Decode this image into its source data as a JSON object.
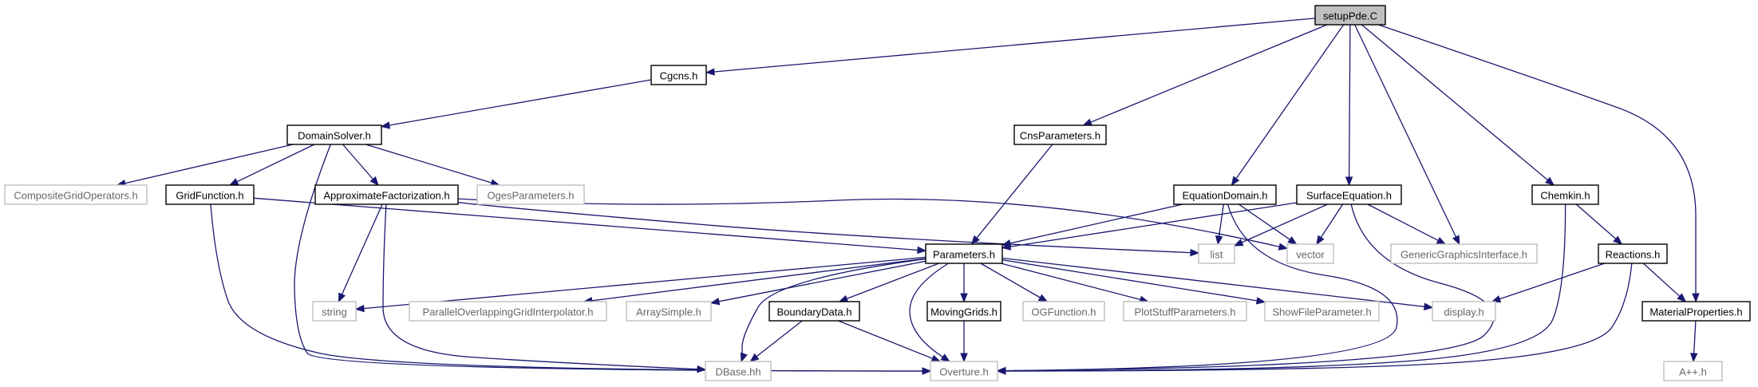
{
  "colors": {
    "edge": "#191970",
    "node_border": "#000000",
    "node_border_external": "#bfbfbf",
    "root_fill": "#bfbfbf",
    "text": "#000000",
    "text_external": "#666666"
  },
  "nodes": {
    "setupPde": "setupPde.C",
    "Cgcns": "Cgcns.h",
    "DomainSolver": "DomainSolver.h",
    "CompositeGridOperators": "CompositeGridOperators.h",
    "GridFunction": "GridFunction.h",
    "ApproximateFactorization": "ApproximateFactorization.h",
    "OgesParameters": "OgesParameters.h",
    "CnsParameters": "CnsParameters.h",
    "EquationDomain": "EquationDomain.h",
    "SurfaceEquation": "SurfaceEquation.h",
    "GenericGraphicsInterface": "GenericGraphicsInterface.h",
    "Chemkin": "Chemkin.h",
    "list": "list",
    "vector": "vector",
    "Reactions": "Reactions.h",
    "Parameters": "Parameters.h",
    "string": "string",
    "ParallelOverlapping": "ParallelOverlappingGridInterpolator.h",
    "ArraySimple": "ArraySimple.h",
    "BoundaryData": "BoundaryData.h",
    "MovingGrids": "MovingGrids.h",
    "OGFunction": "OGFunction.h",
    "PlotStuffParameters": "PlotStuffParameters.h",
    "ShowFileParameter": "ShowFileParameter.h",
    "display": "display.h",
    "MaterialProperties": "MaterialProperties.h",
    "DBase": "DBase.hh",
    "Overture": "Overture.h",
    "App": "A++.h"
  },
  "edges": [
    [
      "setupPde",
      "Cgcns"
    ],
    [
      "setupPde",
      "CnsParameters"
    ],
    [
      "setupPde",
      "EquationDomain"
    ],
    [
      "setupPde",
      "SurfaceEquation"
    ],
    [
      "setupPde",
      "GenericGraphicsInterface"
    ],
    [
      "setupPde",
      "Chemkin"
    ],
    [
      "setupPde",
      "MaterialProperties"
    ],
    [
      "Cgcns",
      "DomainSolver"
    ],
    [
      "DomainSolver",
      "CompositeGridOperators"
    ],
    [
      "DomainSolver",
      "GridFunction"
    ],
    [
      "DomainSolver",
      "ApproximateFactorization"
    ],
    [
      "DomainSolver",
      "OgesParameters"
    ],
    [
      "DomainSolver",
      "Overture"
    ],
    [
      "GridFunction",
      "Parameters"
    ],
    [
      "GridFunction",
      "Overture"
    ],
    [
      "ApproximateFactorization",
      "list"
    ],
    [
      "ApproximateFactorization",
      "vector"
    ],
    [
      "ApproximateFactorization",
      "string"
    ],
    [
      "ApproximateFactorization",
      "DBase"
    ],
    [
      "CnsParameters",
      "Parameters"
    ],
    [
      "EquationDomain",
      "Parameters"
    ],
    [
      "EquationDomain",
      "list"
    ],
    [
      "EquationDomain",
      "vector"
    ],
    [
      "EquationDomain",
      "Overture"
    ],
    [
      "SurfaceEquation",
      "Parameters"
    ],
    [
      "SurfaceEquation",
      "list"
    ],
    [
      "SurfaceEquation",
      "vector"
    ],
    [
      "SurfaceEquation",
      "GenericGraphicsInterface"
    ],
    [
      "SurfaceEquation",
      "Overture"
    ],
    [
      "Chemkin",
      "Reactions"
    ],
    [
      "Chemkin",
      "Overture"
    ],
    [
      "Reactions",
      "display"
    ],
    [
      "Reactions",
      "MaterialProperties"
    ],
    [
      "Reactions",
      "Overture"
    ],
    [
      "Parameters",
      "string"
    ],
    [
      "Parameters",
      "ParallelOverlapping"
    ],
    [
      "Parameters",
      "ArraySimple"
    ],
    [
      "Parameters",
      "BoundaryData"
    ],
    [
      "Parameters",
      "MovingGrids"
    ],
    [
      "Parameters",
      "OGFunction"
    ],
    [
      "Parameters",
      "PlotStuffParameters"
    ],
    [
      "Parameters",
      "ShowFileParameter"
    ],
    [
      "Parameters",
      "display"
    ],
    [
      "Parameters",
      "DBase"
    ],
    [
      "Parameters",
      "Overture"
    ],
    [
      "BoundaryData",
      "DBase"
    ],
    [
      "BoundaryData",
      "Overture"
    ],
    [
      "MovingGrids",
      "Overture"
    ],
    [
      "MaterialProperties",
      "App"
    ]
  ]
}
